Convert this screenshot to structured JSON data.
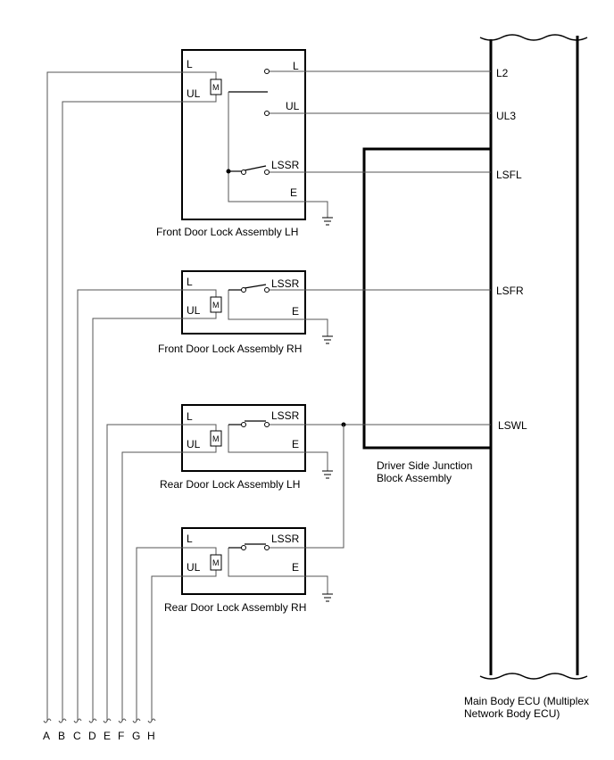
{
  "assemblies": {
    "fl": {
      "name": "Front Door Lock Assembly LH",
      "pin_l": "L",
      "pin_ul": "UL",
      "sw_l": "L",
      "sw_ul": "UL",
      "sw_lssr": "LSSR",
      "ground": "E"
    },
    "fr": {
      "name": "Front Door Lock Assembly RH",
      "pin_l": "L",
      "pin_ul": "UL",
      "sw_lssr": "LSSR",
      "ground": "E"
    },
    "rl": {
      "name": "Rear Door Lock Assembly LH",
      "pin_l": "L",
      "pin_ul": "UL",
      "sw_lssr": "LSSR",
      "ground": "E"
    },
    "rr": {
      "name": "Rear Door Lock Assembly RH",
      "pin_l": "L",
      "pin_ul": "UL",
      "sw_lssr": "LSSR",
      "ground": "E"
    }
  },
  "motor_symbol": "M",
  "ecu": {
    "name_line1": "Main Body ECU (Multiplex",
    "name_line2": "Network Body ECU)",
    "terminals": {
      "l2": "L2",
      "ul3": "UL3",
      "lsfl": "LSFL",
      "lsfr": "LSFR",
      "lswl": "LSWL"
    }
  },
  "junction_block": {
    "line1": "Driver Side Junction",
    "line2": "Block Assembly"
  },
  "connector_letters": [
    "A",
    "B",
    "C",
    "D",
    "E",
    "F",
    "G",
    "H"
  ]
}
